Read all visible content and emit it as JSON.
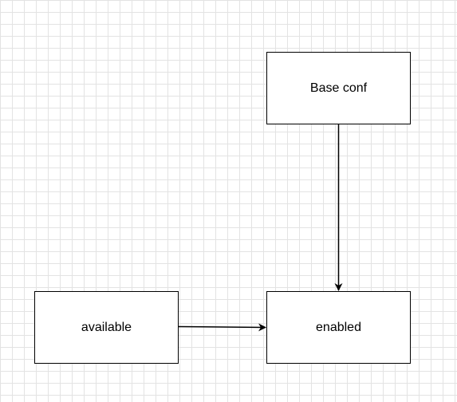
{
  "diagram": {
    "nodes": [
      {
        "id": "base-conf",
        "label": "Base conf"
      },
      {
        "id": "available",
        "label": "available"
      },
      {
        "id": "enabled",
        "label": "enabled"
      }
    ],
    "edges": [
      {
        "from": "base-conf",
        "to": "enabled"
      },
      {
        "from": "available",
        "to": "enabled"
      }
    ]
  },
  "colors": {
    "stroke": "#000000",
    "grid": "#e3e3e3",
    "background": "#ffffff"
  }
}
